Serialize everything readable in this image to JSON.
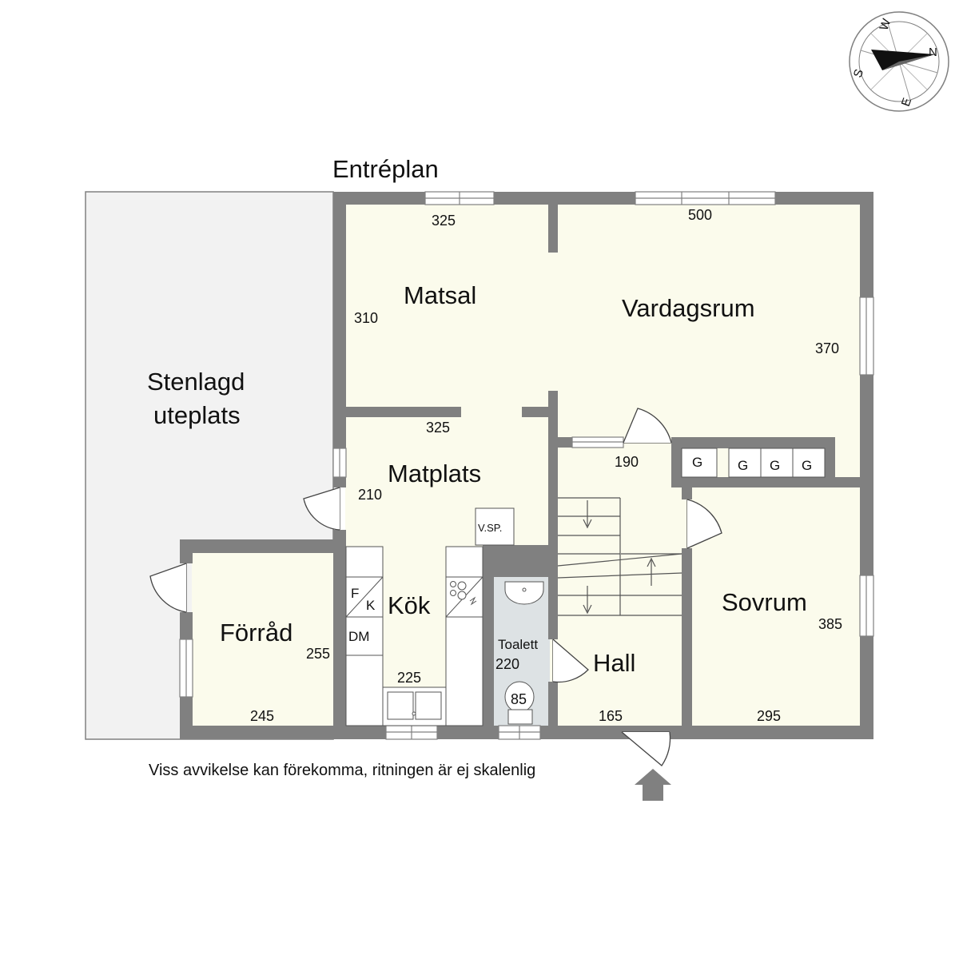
{
  "title": "Entréplan",
  "disclaimer": "Viss avvikelse kan förekomma, ritningen är ej skalenlig",
  "colors": {
    "wall": "#808080",
    "room_fill": "#fbfbec",
    "patio_fill": "#f2f2f2",
    "toilet_fill": "#dde2e4",
    "arrow": "#808080"
  },
  "compass": {
    "n": "N",
    "e": "E",
    "s": "S",
    "w": "W"
  },
  "rooms": {
    "patio": {
      "line1": "Stenlagd",
      "line2": "uteplats"
    },
    "matsal": {
      "name": "Matsal",
      "dim_top": "325",
      "dim_side": "310"
    },
    "vardagsrum": {
      "name": "Vardagsrum",
      "dim_top": "500",
      "dim_side": "370"
    },
    "matplats": {
      "name": "Matplats",
      "dim_top": "325",
      "dim_side": "210"
    },
    "kok": {
      "name": "Kök",
      "dim_bottom": "225"
    },
    "forrad": {
      "name": "Förråd",
      "dim_side": "255",
      "dim_bottom": "245"
    },
    "toalett": {
      "name": "Toalett",
      "dim_side": "220",
      "fixture": "85"
    },
    "hall": {
      "name": "Hall",
      "dim_top": "190",
      "dim_bottom": "165"
    },
    "sovrum": {
      "name": "Sovrum",
      "dim_side": "385",
      "dim_bottom": "295"
    }
  },
  "fixtures": {
    "fridge": "F",
    "freezer": "K",
    "dishwasher": "DM",
    "water_heater": "V.SP.",
    "closet": "G"
  }
}
